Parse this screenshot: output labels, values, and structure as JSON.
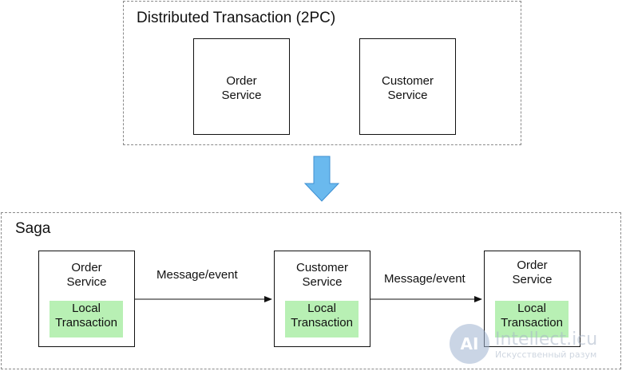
{
  "colors": {
    "local_tx_fill": "#b8f0b4",
    "arrow_fill": "#6ab9ee",
    "arrow_stroke": "#3d8fd2",
    "frame_border": "#8a8a8a"
  },
  "top": {
    "title": "Distributed Transaction (2PC)",
    "services": [
      {
        "line1": "Order",
        "line2": "Service"
      },
      {
        "line1": "Customer",
        "line2": "Service"
      }
    ]
  },
  "transition": {
    "icon": "down-arrow-icon"
  },
  "saga": {
    "title": "Saga",
    "services": [
      {
        "line1": "Order",
        "line2": "Service",
        "local_line1": "Local",
        "local_line2": "Transaction"
      },
      {
        "line1": "Customer",
        "line2": "Service",
        "local_line1": "Local",
        "local_line2": "Transaction"
      },
      {
        "line1": "Order",
        "line2": "Service",
        "local_line1": "Local",
        "local_line2": "Transaction"
      }
    ],
    "messages": [
      {
        "label": "Message/event"
      },
      {
        "label": "Message/event"
      }
    ]
  },
  "watermark": {
    "logo_letter": "AI",
    "text_main": "Intellect.icu",
    "text_sub": "Искусственный разум"
  }
}
